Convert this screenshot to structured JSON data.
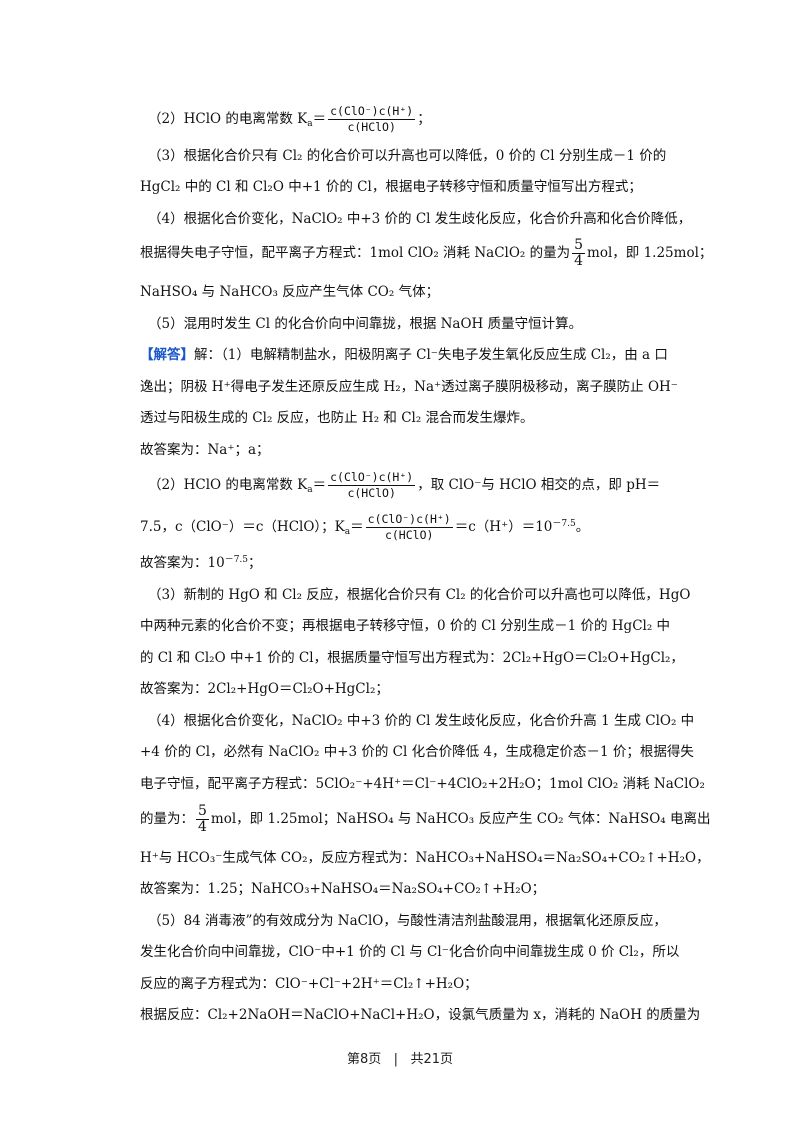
{
  "lines": {
    "l01a": "（2）HClO 的电离常数 K",
    "l01b": "a",
    "l01c": "＝",
    "frac_num": "c(ClO⁻)c(H⁺)",
    "frac_den": "c(HClO)",
    "l01d": "；",
    "l02": "（3）根据化合价只有 Cl₂ 的化合价可以升高也可以降低，0 价的 Cl 分别生成－1 价的",
    "l03": "HgCl₂ 中的 Cl 和 Cl₂O 中+1 价的 Cl，根据电子转移守恒和质量守恒写出方程式；",
    "l04": "（4）根据化合价变化，NaClO₂ 中+3 价的 Cl 发生歧化反应，化合价升高和化合价降低，",
    "l05a": "根据得失电子守恒，配平离子方程式：1mol ClO₂ 消耗 NaClO₂ 的量为",
    "frac54_num": "5",
    "frac54_den": "4",
    "l05b": "mol，即 1.25mol；",
    "l06": "NaHSO₄ 与 NaHCO₃ 反应产生气体 CO₂ 气体；",
    "l07": "（5）混用时发生 Cl 的化合价向中间靠拢，根据 NaOH 质量守恒计算。",
    "jieda": "【解答】",
    "l08": "解：（1）电解精制盐水，阳极阴离子 Cl⁻失电子发生氧化反应生成 Cl₂，由 a 口",
    "l09": "逸出；阴极 H⁺得电子发生还原反应生成 H₂，Na⁺透过离子膜阴极移动，离子膜防止 OH⁻",
    "l10": "透过与阳极生成的 Cl₂ 反应，也防止 H₂ 和 Cl₂ 混合而发生爆炸。",
    "l11": "故答案为：Na⁺；a；",
    "l12a": "（2）HClO 的电离常数 K",
    "l12b": "，取 ClO⁻与 HClO 相交的点，即 pH＝",
    "l13a": "7.5，c（ClO⁻）＝c（HClO）；K",
    "l13b": "＝c（H⁺）＝10",
    "l13exp": "－7.5",
    "l13c": "。",
    "l14a": "故答案为：10",
    "l14exp": "－7.5",
    "l14b": "；",
    "l15": "（3）新制的 HgO 和 Cl₂ 反应，根据化合价只有 Cl₂ 的化合价可以升高也可以降低，HgO",
    "l16": "中两种元素的化合价不变；再根据电子转移守恒，0 价的 Cl 分别生成－1 价的 HgCl₂ 中",
    "l17": "的 Cl 和 Cl₂O 中+1 价的 Cl，根据质量守恒写出方程式为：2Cl₂+HgO＝Cl₂O+HgCl₂，",
    "l18": "故答案为：2Cl₂+HgO＝Cl₂O+HgCl₂；",
    "l19": "（4）根据化合价变化，NaClO₂ 中+3 价的 Cl 发生歧化反应，化合价升高 1 生成 ClO₂ 中",
    "l20": "+4 价的 Cl，必然有 NaClO₂ 中+3 价的 Cl 化合价降低 4，生成稳定价态－1 价；根据得失",
    "l21": "电子守恒，配平离子方程式：5ClO₂⁻+4H⁺＝Cl⁻+4ClO₂+2H₂O；1mol ClO₂ 消耗 NaClO₂",
    "l22a": "的量为：",
    "l22b": "mol，即 1.25mol；NaHSO₄ 与 NaHCO₃ 反应产生 CO₂ 气体：NaHSO₄ 电离出",
    "l23": "H⁺与 HCO₃⁻生成气体 CO₂，反应方程式为：NaHCO₃+NaHSO₄＝Na₂SO₄+CO₂↑+H₂O，",
    "l24": "故答案为：1.25；NaHCO₃+NaHSO₄＝Na₂SO₄+CO₂↑+H₂O；",
    "l25": "（5）84 消毒液”的有效成分为 NaClO，与酸性清洁剂盐酸混用，根据氧化还原反应，",
    "l26": "发生化合价向中间靠拢，ClO⁻中+1 价的 Cl 与 Cl⁻化合价向中间靠拢生成 0 价 Cl₂，所以",
    "l27": "反应的离子方程式为：ClO⁻+Cl⁻+2H⁺＝Cl₂↑+H₂O；",
    "l28": "根据反应：Cl₂+2NaOH＝NaClO+NaCl+H₂O，设氯气质量为 x，消耗的 NaOH 的质量为"
  },
  "footer": {
    "page": "第8页",
    "sep": "|",
    "total": "共21页"
  }
}
